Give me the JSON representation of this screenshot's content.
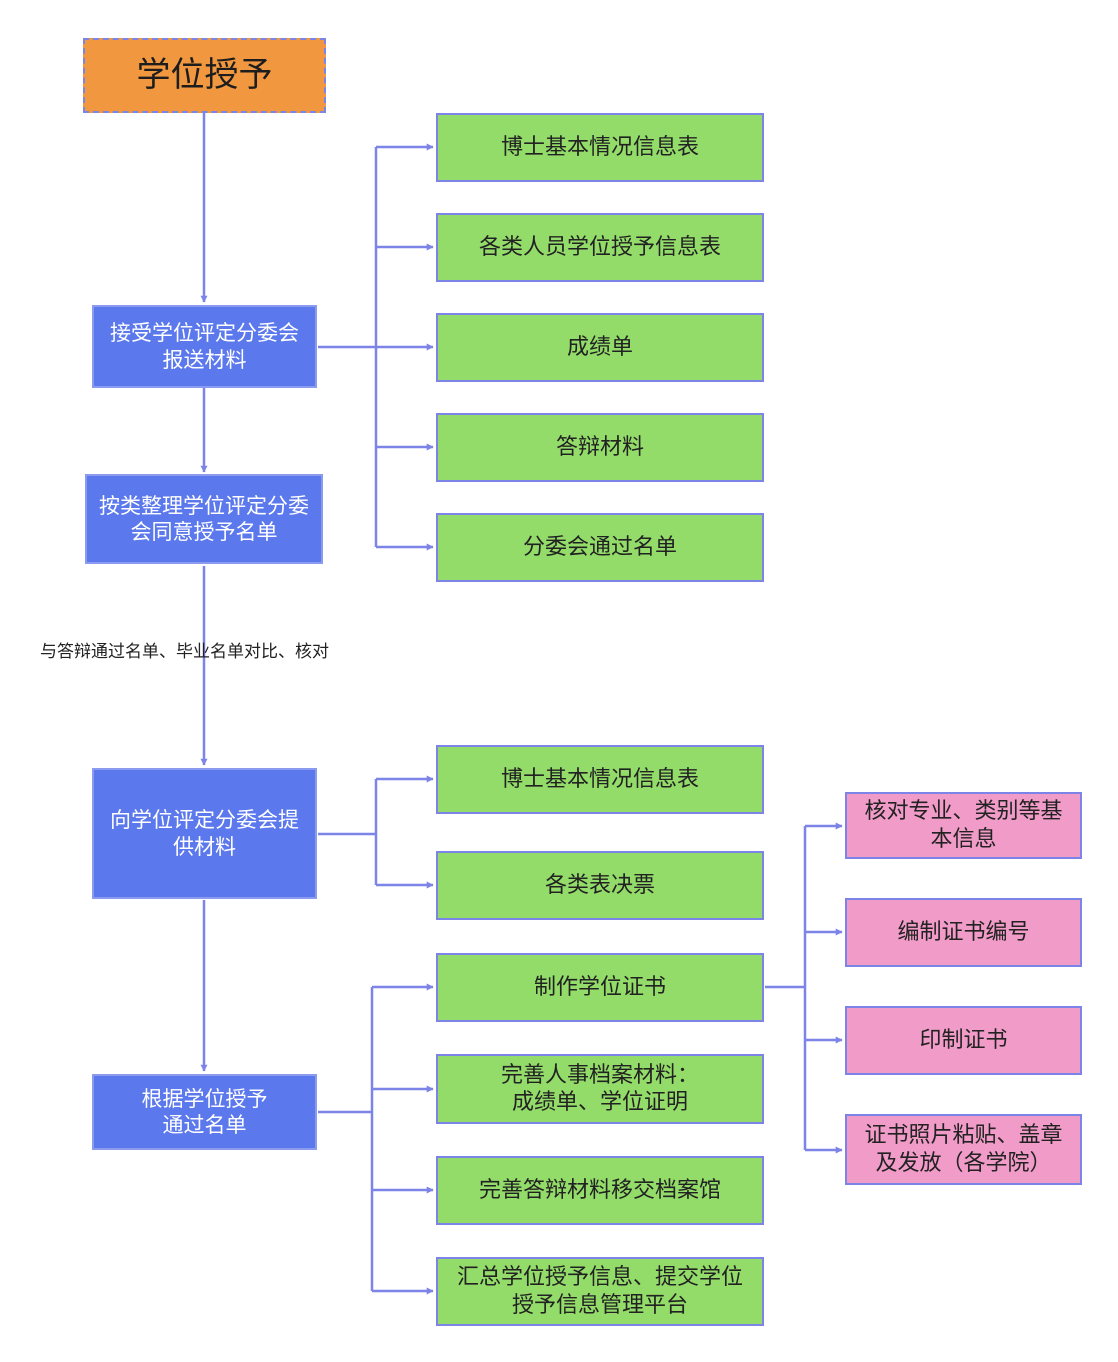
{
  "colors": {
    "root_fill": "#f0973f",
    "step_fill": "#5b78ec",
    "leaf_fill": "#93dc69",
    "detail_fill": "#f19bc8",
    "connector": "#7d84e8"
  },
  "root": {
    "label": "学位授予"
  },
  "steps": [
    {
      "label": "接受学位评定分委会报送材料"
    },
    {
      "label": "按类整理学位评定分委会同意授予名单"
    },
    {
      "label": "向学位评定分委会提供材料"
    },
    {
      "label": "根据学位授予通过名单"
    }
  ],
  "edge_label": "与答辩通过名单、毕业名单对比、核对",
  "step1_items": [
    {
      "label": "博士基本情况信息表"
    },
    {
      "label": "各类人员学位授予信息表"
    },
    {
      "label": "成绩单"
    },
    {
      "label": "答辩材料"
    },
    {
      "label": "分委会通过名单"
    }
  ],
  "step3_items": [
    {
      "label": "博士基本情况信息表"
    },
    {
      "label": "各类表决票"
    }
  ],
  "step4_items": [
    {
      "label": "制作学位证书"
    },
    {
      "label": "完善人事档案材料：成绩单、学位证明"
    },
    {
      "label": "完善答辩材料移交档案馆"
    },
    {
      "label": "汇总学位授予信息、提交学位授予信息管理平台"
    }
  ],
  "certificate_items": [
    {
      "label": "核对专业、类别等基本信息"
    },
    {
      "label": "编制证书编号"
    },
    {
      "label": "印制证书"
    },
    {
      "label": "证书照片粘贴、盖章及发放（各学院）"
    }
  ]
}
